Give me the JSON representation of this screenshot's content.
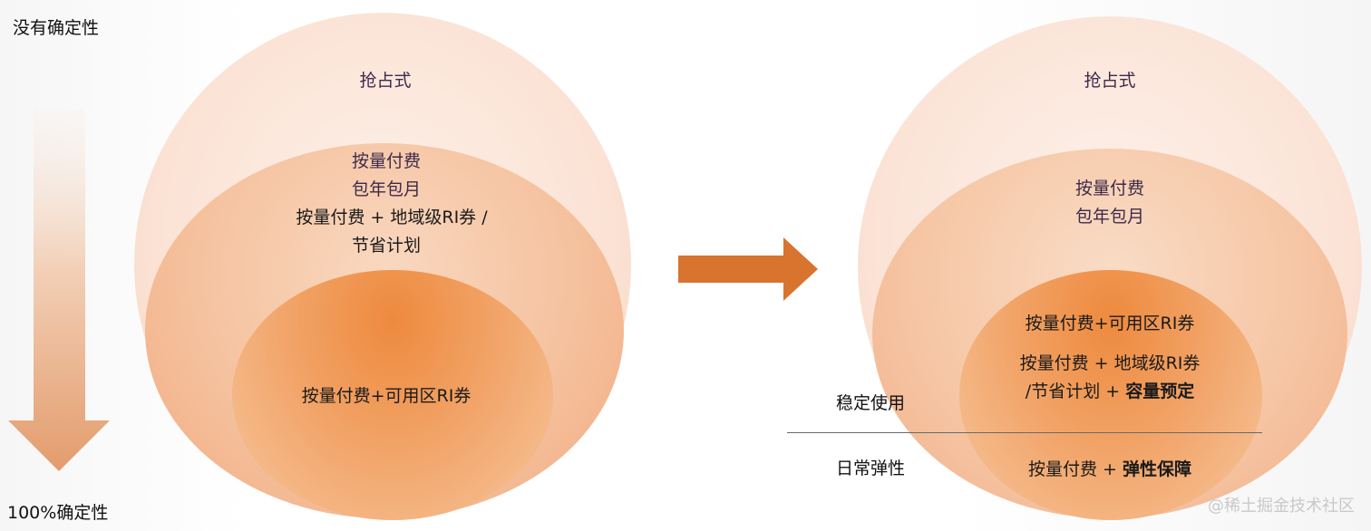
{
  "axis": {
    "top_label": "没有确定性",
    "bottom_label": "100%确定性"
  },
  "left_diagram": {
    "outer_label": "抢占式",
    "middle_lines": [
      "按量付费",
      "包年包月",
      "按量付费 + 地域级RI券 /",
      "节省计划"
    ],
    "inner_label": "按量付费+可用区RI券"
  },
  "right_diagram": {
    "outer_label": "抢占式",
    "middle_lines": [
      "按量付费",
      "包年包月"
    ],
    "inner_line_1": "按量付费+可用区RI券",
    "inner_line_2": "按量付费 + 地域级RI券",
    "inner_line_3_prefix": "/节省计划 + ",
    "inner_line_3_bold": "容量预定",
    "inner_line_4_prefix": "按量付费 + ",
    "inner_line_4_bold": "弹性保障",
    "stable_label": "稳定使用",
    "elastic_label": "日常弹性"
  },
  "watermark": "@稀土掘金技术社区",
  "colors": {
    "arrow_orange": "#d9742f",
    "down_arrow": "#e3a57c",
    "inner_circle": "#ee8a3e"
  }
}
